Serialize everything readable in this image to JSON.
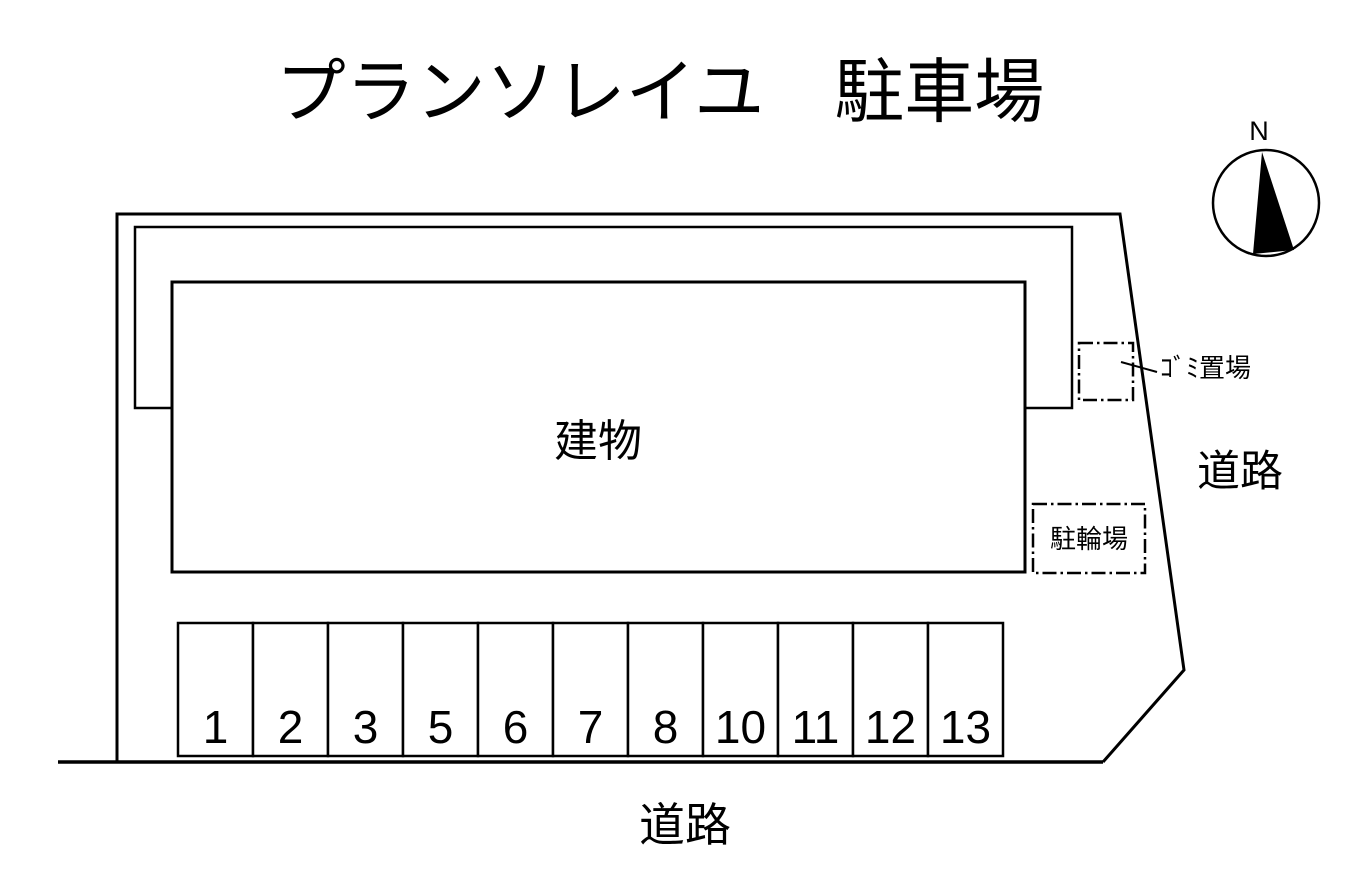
{
  "title": "プランソレイユ　駐車場",
  "compass": {
    "north_label": "N"
  },
  "site": {
    "building_label": "建物",
    "garbage_label": "ｺﾞﾐ置場",
    "bicycle_parking_label": "駐輪場",
    "road_right_label": "道路",
    "road_bottom_label": "道路"
  },
  "parking": {
    "spaces": [
      "1",
      "2",
      "3",
      "5",
      "6",
      "7",
      "8",
      "10",
      "11",
      "12",
      "13"
    ]
  },
  "colors": {
    "ink": "#000000",
    "background": "#ffffff"
  }
}
